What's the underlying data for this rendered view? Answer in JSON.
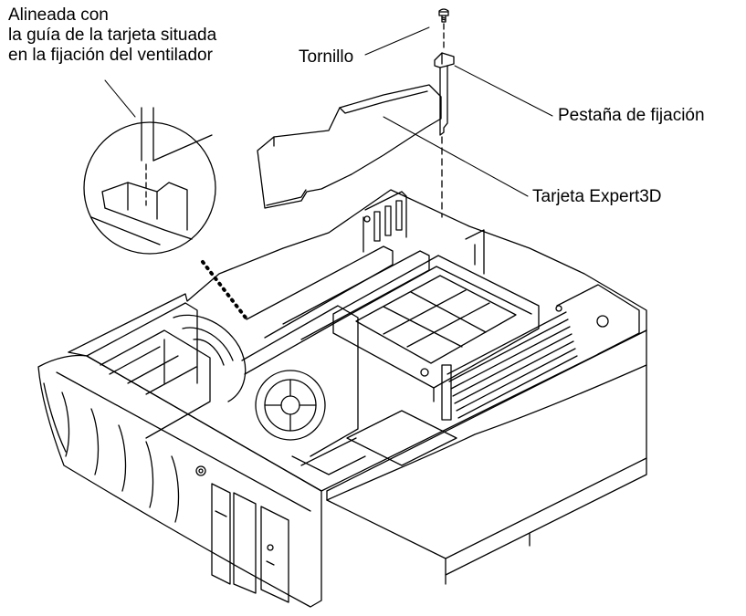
{
  "labels": {
    "alignment_line1": "Alineada con",
    "alignment_line2": "la guía de la tarjeta situada",
    "alignment_line3": "en la fijación del ventilador",
    "screw": "Tornillo",
    "bracket_tab": "Pestaña de fijación",
    "card": "Tarjeta Expert3D"
  },
  "colors": {
    "line": "#000000",
    "background": "#ffffff"
  }
}
